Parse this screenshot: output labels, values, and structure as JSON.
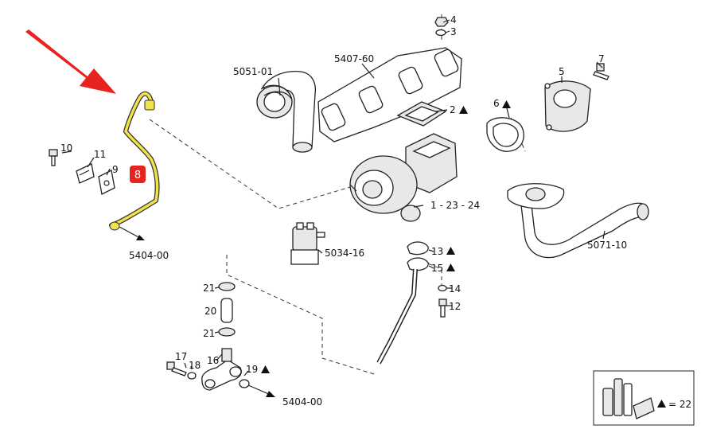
{
  "diagram": {
    "part_labels": {
      "p4": "4",
      "p3": "3",
      "p7": "7",
      "p5": "5",
      "p6": "6",
      "p2": "2",
      "p10": "10",
      "p11": "11",
      "p9": "9",
      "p8": "8",
      "p1_23_24": "1 - 23 - 24",
      "p13": "13",
      "p15": "15",
      "p14": "14",
      "p12": "12",
      "p21a": "21",
      "p20": "20",
      "p21b": "21",
      "p17": "17",
      "p18": "18",
      "p16": "16",
      "p19": "19"
    },
    "ref_labels": {
      "r5051": "5051-01",
      "r5407": "5407-60",
      "r5071": "5071-10",
      "r5034": "5034-16",
      "r5404a": "5404-00",
      "r5404b": "5404-00"
    },
    "highlight_color": "#e8221e",
    "highlight_pipe_color": "#f2e24a"
  },
  "legend": {
    "equals_text": "= 22"
  }
}
